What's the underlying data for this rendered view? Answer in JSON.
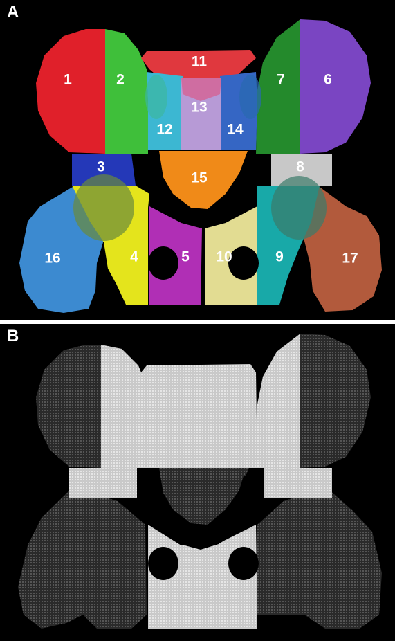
{
  "panels": [
    {
      "letter": "A"
    },
    {
      "letter": "B"
    }
  ],
  "segments": [
    {
      "id": "1",
      "label": "1",
      "color": "#e0202a"
    },
    {
      "id": "2",
      "label": "2",
      "color": "#3fbf3a"
    },
    {
      "id": "3",
      "label": "3",
      "color": "#2438b8"
    },
    {
      "id": "4",
      "label": "4",
      "color": "#e4e41c"
    },
    {
      "id": "5",
      "label": "5",
      "color": "#b02fb5"
    },
    {
      "id": "6",
      "label": "6",
      "color": "#7a45c2"
    },
    {
      "id": "7",
      "label": "7",
      "color": "#248a2c"
    },
    {
      "id": "8",
      "label": "8",
      "color": "#c8c8c8"
    },
    {
      "id": "9",
      "label": "9",
      "color": "#18a9a8"
    },
    {
      "id": "10",
      "label": "10",
      "color": "#e2dc92"
    },
    {
      "id": "11",
      "label": "11",
      "color": "#e0383e"
    },
    {
      "id": "12",
      "label": "12",
      "color": "#3cb7d2"
    },
    {
      "id": "13",
      "label": "13",
      "color": "#b79ad6"
    },
    {
      "id": "14",
      "label": "14",
      "color": "#3566c4"
    },
    {
      "id": "15",
      "label": "15",
      "color": "#f08a18"
    },
    {
      "id": "16",
      "label": "16",
      "color": "#3c8ad0"
    },
    {
      "id": "17",
      "label": "17",
      "color": "#b25a3c"
    }
  ]
}
